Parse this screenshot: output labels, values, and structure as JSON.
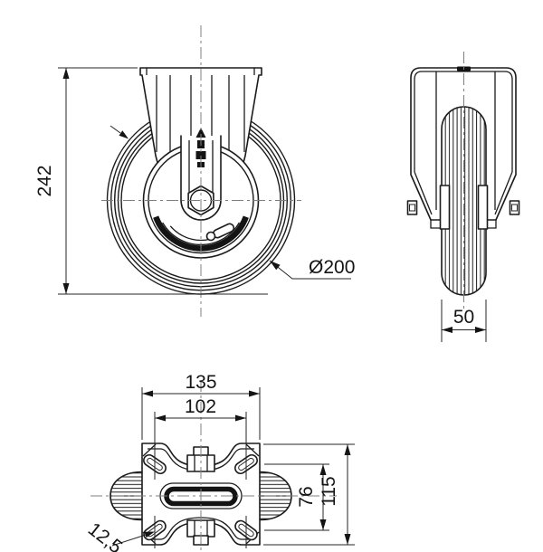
{
  "dimensions": {
    "overall_height": "242",
    "wheel_diameter": "Ø200",
    "wheel_width": "50",
    "plate_length": "135",
    "hole_spacing_length": "102",
    "hole_spacing_width": "76",
    "plate_width": "115",
    "hole_size": "12,5"
  },
  "colors": {
    "line": "#1b1b1b",
    "centerline": "#7f7f7f",
    "background": "#ffffff"
  }
}
